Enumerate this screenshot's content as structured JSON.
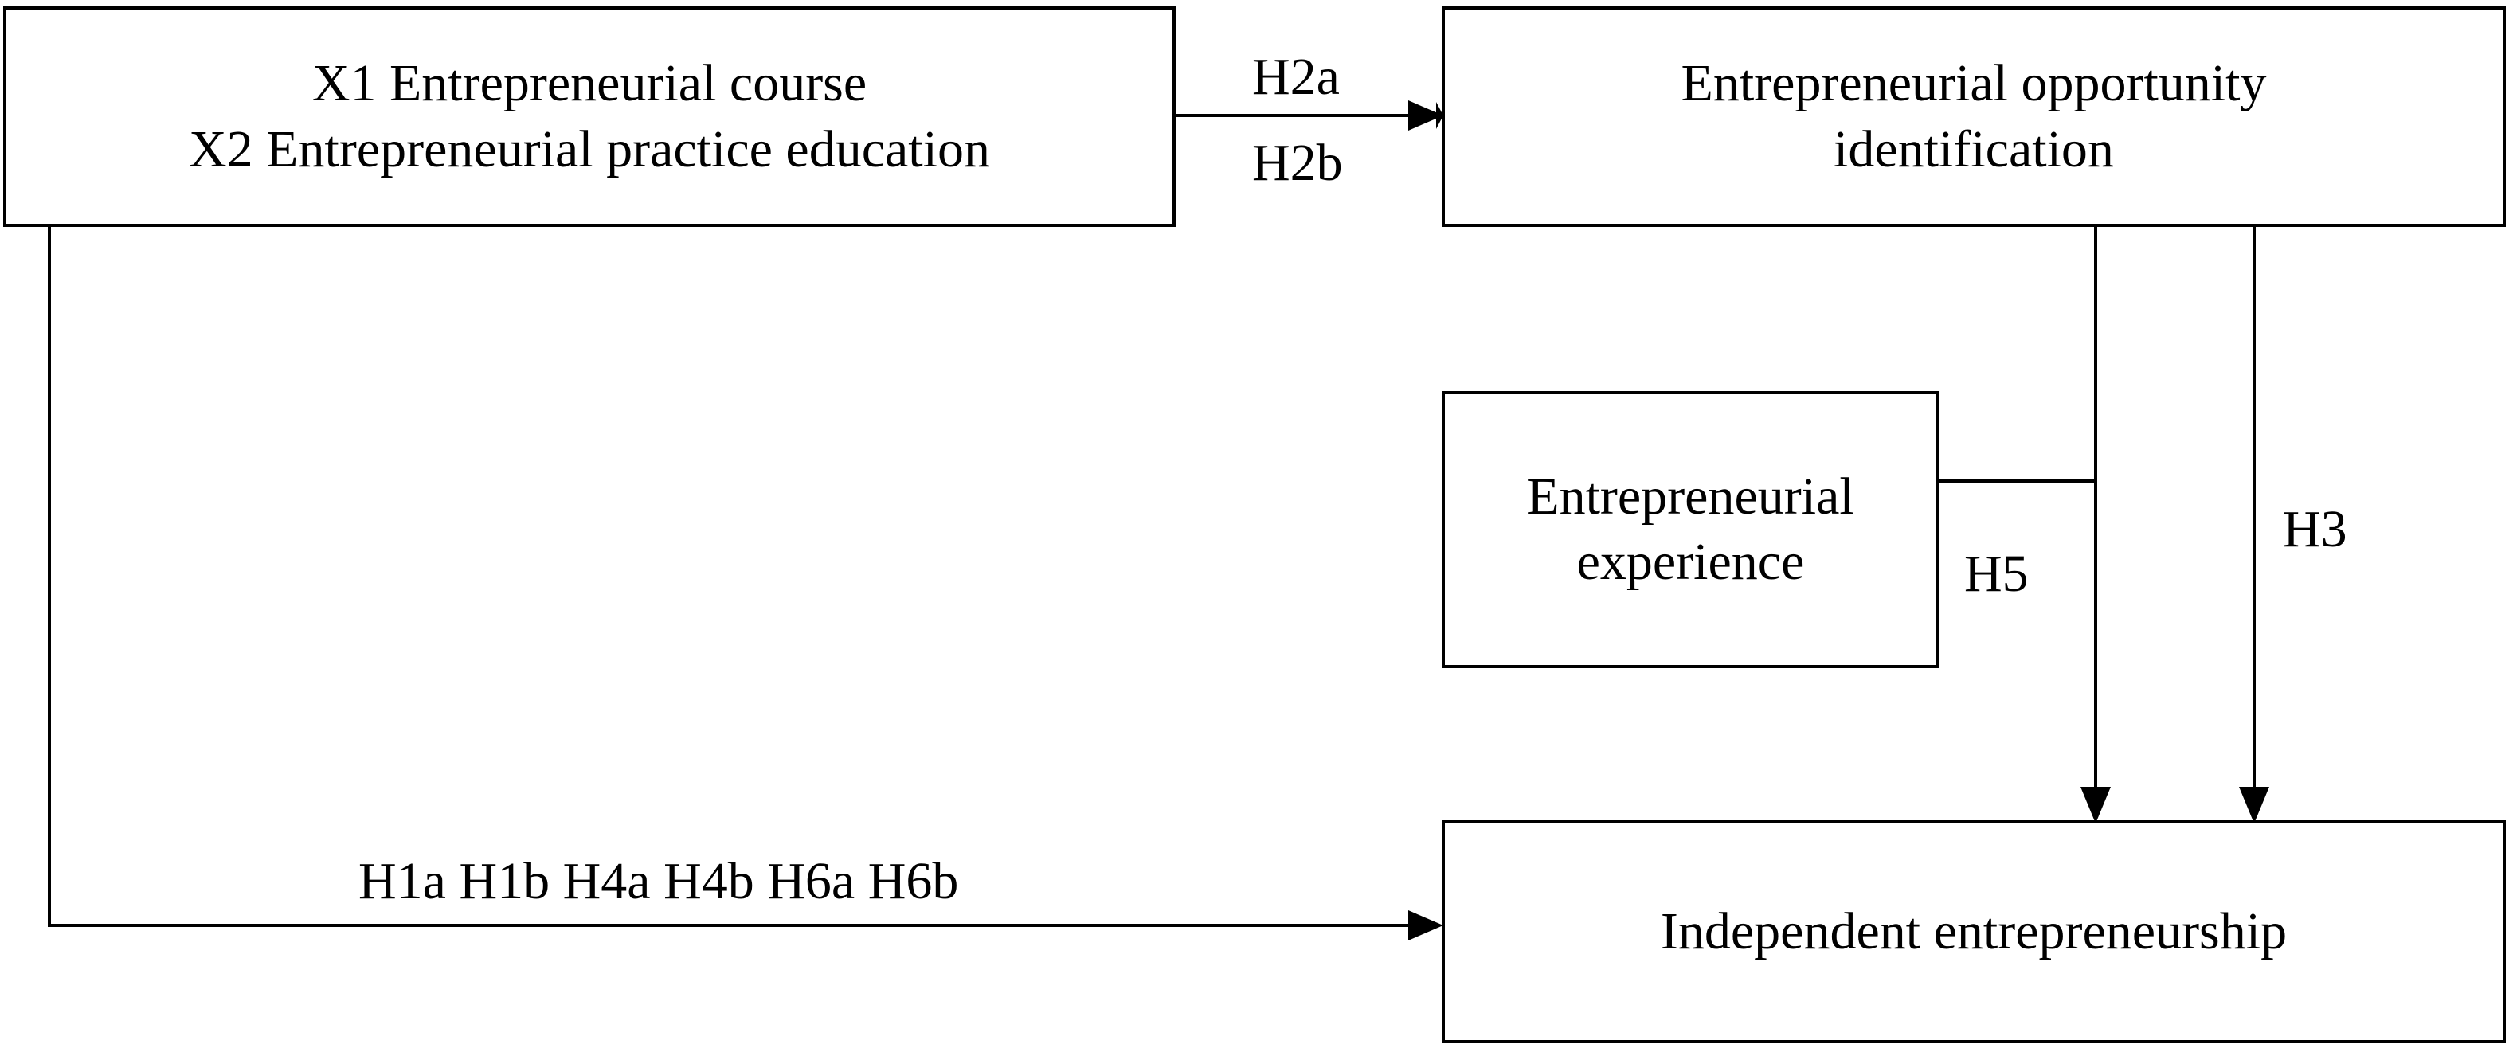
{
  "nodes": {
    "education": {
      "lines": [
        "X1 Entrepreneurial course",
        "X2 Entrepreneurial practice education"
      ]
    },
    "opportunity": {
      "lines": [
        "Entrepreneurial opportunity",
        "identification"
      ]
    },
    "experience": {
      "lines": [
        "Entrepreneurial",
        "experience"
      ]
    },
    "independent": {
      "lines": [
        "Independent entrepreneurship"
      ]
    }
  },
  "edges": {
    "h2": {
      "labels": [
        "H2a",
        "H2b"
      ]
    },
    "h3": {
      "label": "H3"
    },
    "h5": {
      "label": "H5"
    },
    "h1_h4_h6": {
      "label": "H1a H1b H4a H4b H6a H6b"
    }
  }
}
